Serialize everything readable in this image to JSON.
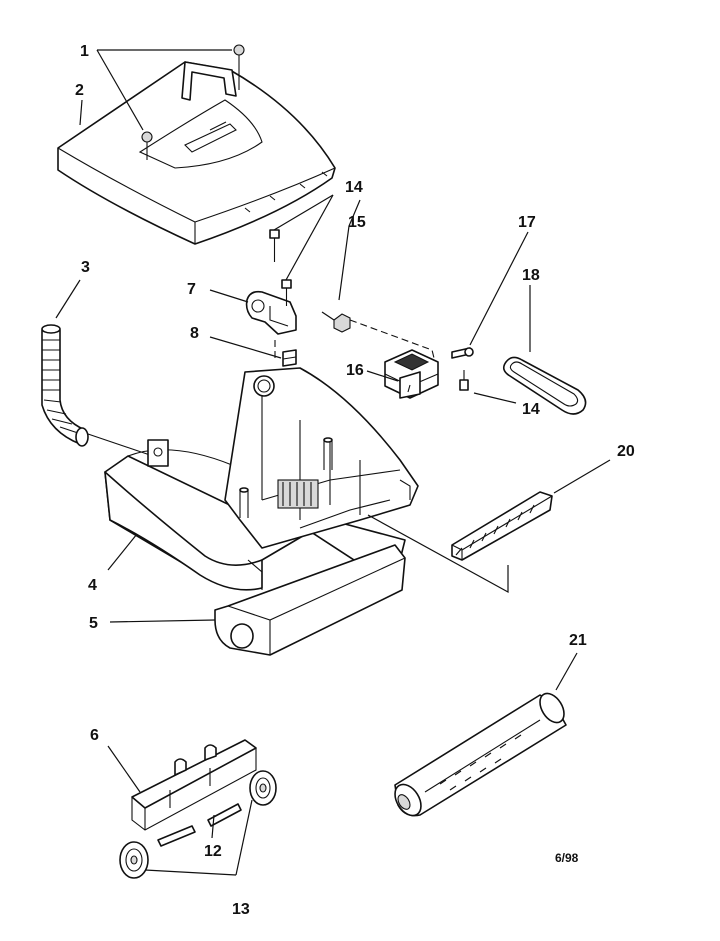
{
  "diagram": {
    "callouts": [
      {
        "id": "c1",
        "label": "1"
      },
      {
        "id": "c2",
        "label": "2"
      },
      {
        "id": "c3",
        "label": "3"
      },
      {
        "id": "c4",
        "label": "4"
      },
      {
        "id": "c5",
        "label": "5"
      },
      {
        "id": "c6",
        "label": "6"
      },
      {
        "id": "c7",
        "label": "7"
      },
      {
        "id": "c8",
        "label": "8"
      },
      {
        "id": "c12",
        "label": "12"
      },
      {
        "id": "c13",
        "label": "13"
      },
      {
        "id": "c14a",
        "label": "14"
      },
      {
        "id": "c14b",
        "label": "14"
      },
      {
        "id": "c15",
        "label": "15"
      },
      {
        "id": "c16",
        "label": "16"
      },
      {
        "id": "c17",
        "label": "17"
      },
      {
        "id": "c18",
        "label": "18"
      },
      {
        "id": "c20",
        "label": "20"
      },
      {
        "id": "c21",
        "label": "21"
      }
    ],
    "date_stamp": "6/98"
  }
}
